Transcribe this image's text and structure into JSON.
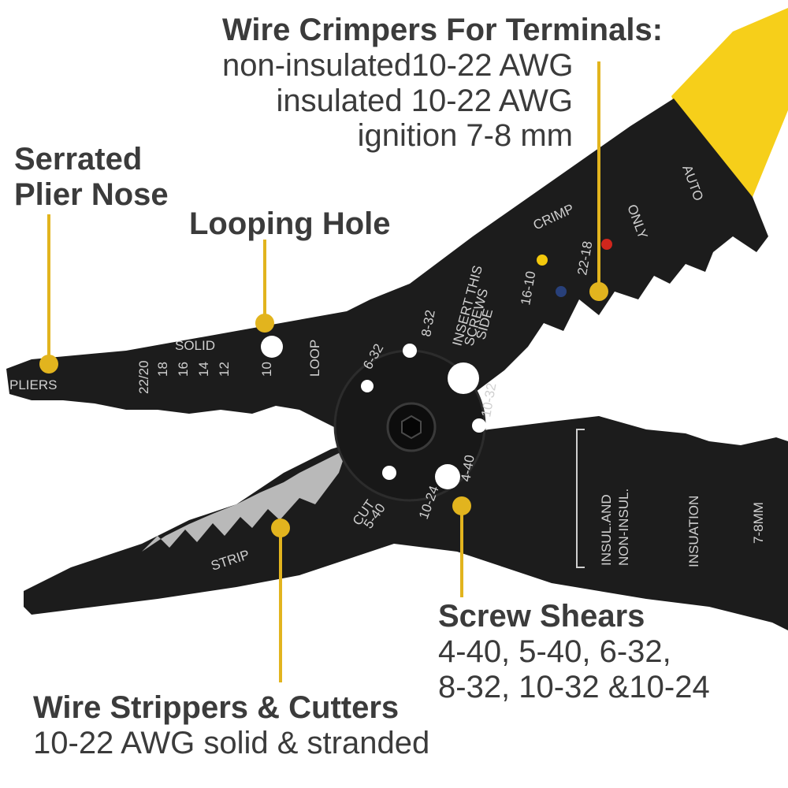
{
  "callouts": {
    "crimpers": {
      "title": "Wire Crimpers For Terminals:",
      "lines": [
        "non-insulated10-22 AWG",
        "insulated 10-22 AWG",
        "ignition 7-8 mm"
      ]
    },
    "nose": {
      "title_lines": [
        "Serrated",
        "Plier Nose"
      ]
    },
    "looping": {
      "title": "Looping Hole"
    },
    "shears": {
      "title": "Screw Shears",
      "lines": [
        "4-40, 5-40, 6-32,",
        "8-32, 10-32 &10-24"
      ]
    },
    "strippers": {
      "title": "Wire Strippers & Cutters",
      "lines": [
        "10-22 AWG solid & stranded"
      ]
    }
  },
  "tool_markings": {
    "pliers": "PLIERS",
    "solid": "SOLID",
    "gauges": [
      "22/20",
      "18",
      "16",
      "14",
      "12",
      "10"
    ],
    "loop": "LOOP",
    "strip": "STRIP",
    "cut": "CUT",
    "cut_size": "5-40",
    "screw_sizes": [
      "6-32",
      "8-32",
      "10-32",
      "4-40",
      "10-24"
    ],
    "insert_lines": [
      "INSERT THIS",
      "SCREWS",
      "SIDE"
    ],
    "crimp": "CRIMP",
    "crimp_sizes": [
      "16-10",
      "22-18"
    ],
    "only": "ONLY",
    "auto": "AUTO",
    "insul_lines": [
      "INSUL.AND",
      "NON-INSUL."
    ],
    "insuation": "INSUATION",
    "mm": "7-8MM"
  },
  "colors": {
    "handle_yellow": "#f6cf1a",
    "tool_black": "#1c1c1c",
    "marker_gold": "#e2b41e",
    "dot_yellow": "#f3c80c",
    "dot_blue": "#28407a",
    "dot_red": "#d0261c",
    "text_dark": "#3b3b3b"
  }
}
